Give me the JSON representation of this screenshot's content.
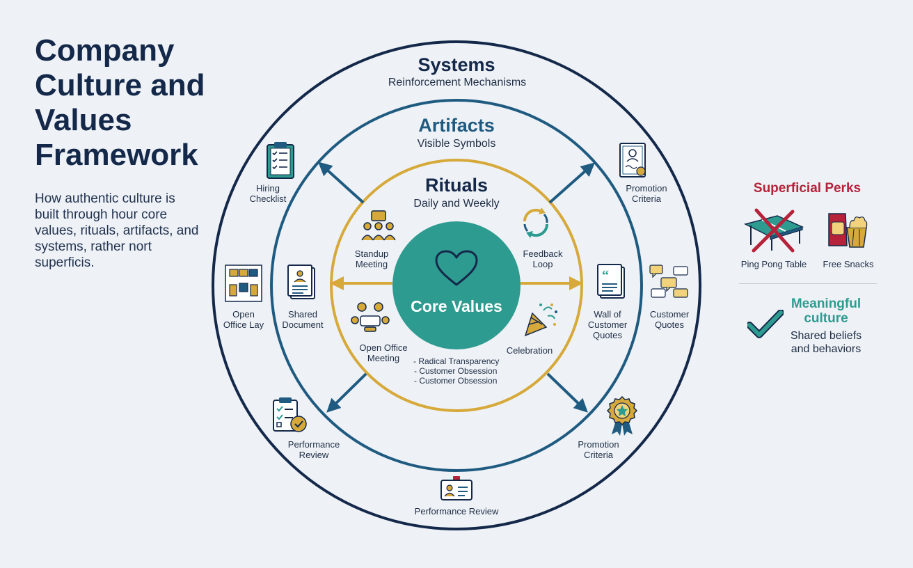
{
  "header": {
    "title": "Company Culture and Values Framework",
    "description": "How authentic culture is built through hour core values, rituals, artifacts, and systems, rather nort superficis."
  },
  "rings": {
    "systems": {
      "title": "Systems",
      "subtitle": "Reinforcement Mechanisms",
      "color": "#14284a"
    },
    "artifacts": {
      "title": "Artifacts",
      "subtitle": "Visible Symbols",
      "color": "#1f5a80"
    },
    "rituals": {
      "title": "Rituals",
      "subtitle": "Daily and Weekly",
      "color": "#d6a93a"
    },
    "core": {
      "title": "Core Values",
      "color": "#2e9b90",
      "values": [
        "- Radical Transparency",
        "- Customer Obsession",
        "- Customer Obsession"
      ]
    }
  },
  "rituals_items": {
    "standup": "Standup\nMeeting",
    "feedback": "Feedback\nLoop",
    "open_office_meeting": "Open Office\nMeeting",
    "celebration": "Celebration"
  },
  "artifacts_items": {
    "shared_document": "Shared\nDocument",
    "wall_of_quotes": "Wall of\nCustomer\nQuotes",
    "performance_review": "Performance\nReview",
    "promotion_criteria": "Promotion\nCriteria"
  },
  "systems_items": {
    "hiring_checklist": "Hiring\nChecklist",
    "promotion_criteria": "Promotion\nCriteria",
    "open_office_layout": "Open\nOffice Lay",
    "customer_quotes": "Customer\nQuotes",
    "performance_review": "Performance Review"
  },
  "sidebar": {
    "perks_title": "Superficial Perks",
    "perks": [
      "Ping Pong Table",
      "Free Snacks"
    ],
    "meaningful_title": "Meaningful\nculture",
    "meaningful_subtitle": "Shared beliefs\nand behaviors",
    "perk_color": "#b5223a",
    "meaningful_color": "#2e9b90"
  },
  "icons": [
    "clipboard-checklist-icon",
    "certificate-icon",
    "desk-layout-icon",
    "document-icon",
    "team-icon",
    "cycle-arrows-icon",
    "meeting-table-icon",
    "party-popper-icon",
    "quote-document-icon",
    "speech-bubbles-icon",
    "review-clipboard-icon",
    "award-badge-icon",
    "id-card-icon",
    "heart-icon",
    "ping-pong-table-icon",
    "snacks-icon",
    "checkmark-icon"
  ]
}
